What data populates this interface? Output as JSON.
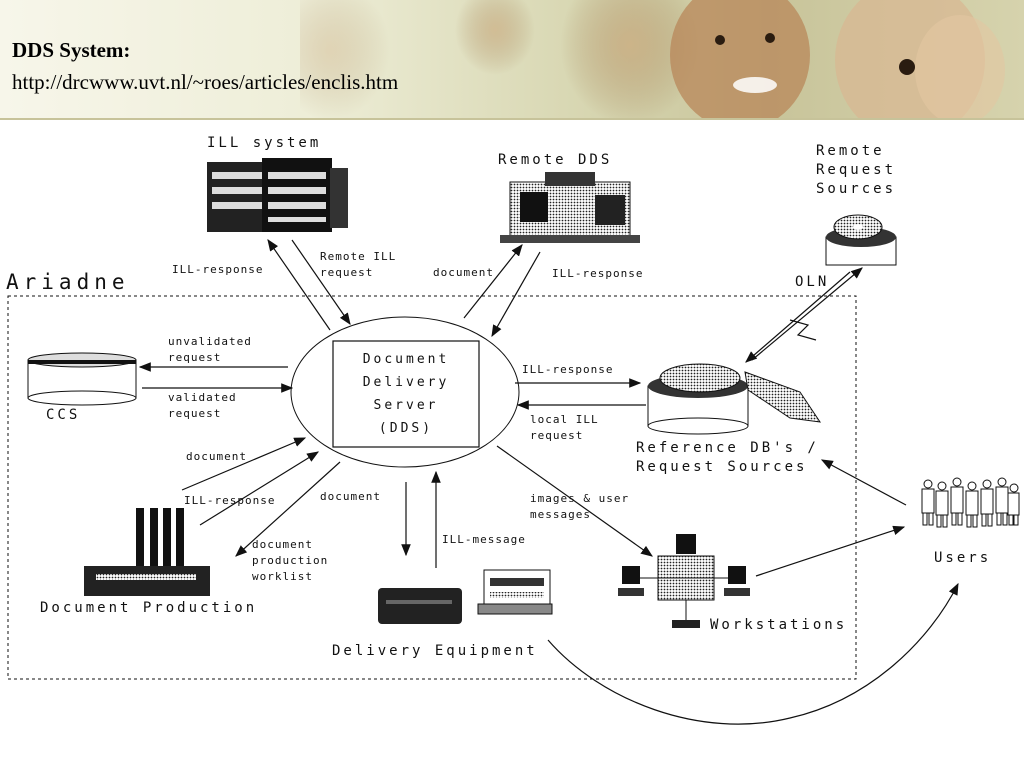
{
  "header": {
    "title": "DDS System:",
    "url": "http://drcwww.uvt.nl/~roes/articles/enclis.htm"
  },
  "diagram": {
    "region": "Ariadne",
    "nodes": {
      "ill_system": "ILL system",
      "remote_dds": "Remote DDS",
      "remote_request_sources": "Remote\nRequest\nSources",
      "oln": "OLN",
      "dds": "Document\nDelivery\nServer\n(DDS)",
      "ccs": "CCS",
      "reference_db": "Reference DB's /\nRequest Sources",
      "document_production": "Document Production",
      "delivery_equipment": "Delivery Equipment",
      "workstations": "Workstations",
      "users": "Users"
    },
    "edges": {
      "ill_response_top": "ILL-response",
      "remote_ill_request": "Remote ILL\nrequest",
      "document_remote": "document",
      "ill_response_remote": "ILL-response",
      "unvalidated_request": "unvalidated\nrequest",
      "validated_request": "validated\nrequest",
      "ill_response_ref": "ILL-response",
      "local_ill_request": "local ILL\nrequest",
      "document_prod": "document",
      "ill_response_prod": "ILL-response",
      "document_production_worklist": "document\nproduction\nworklist",
      "document_delivery": "document",
      "ill_message": "ILL-message",
      "images_user_messages": "images & user\nmessages"
    }
  }
}
